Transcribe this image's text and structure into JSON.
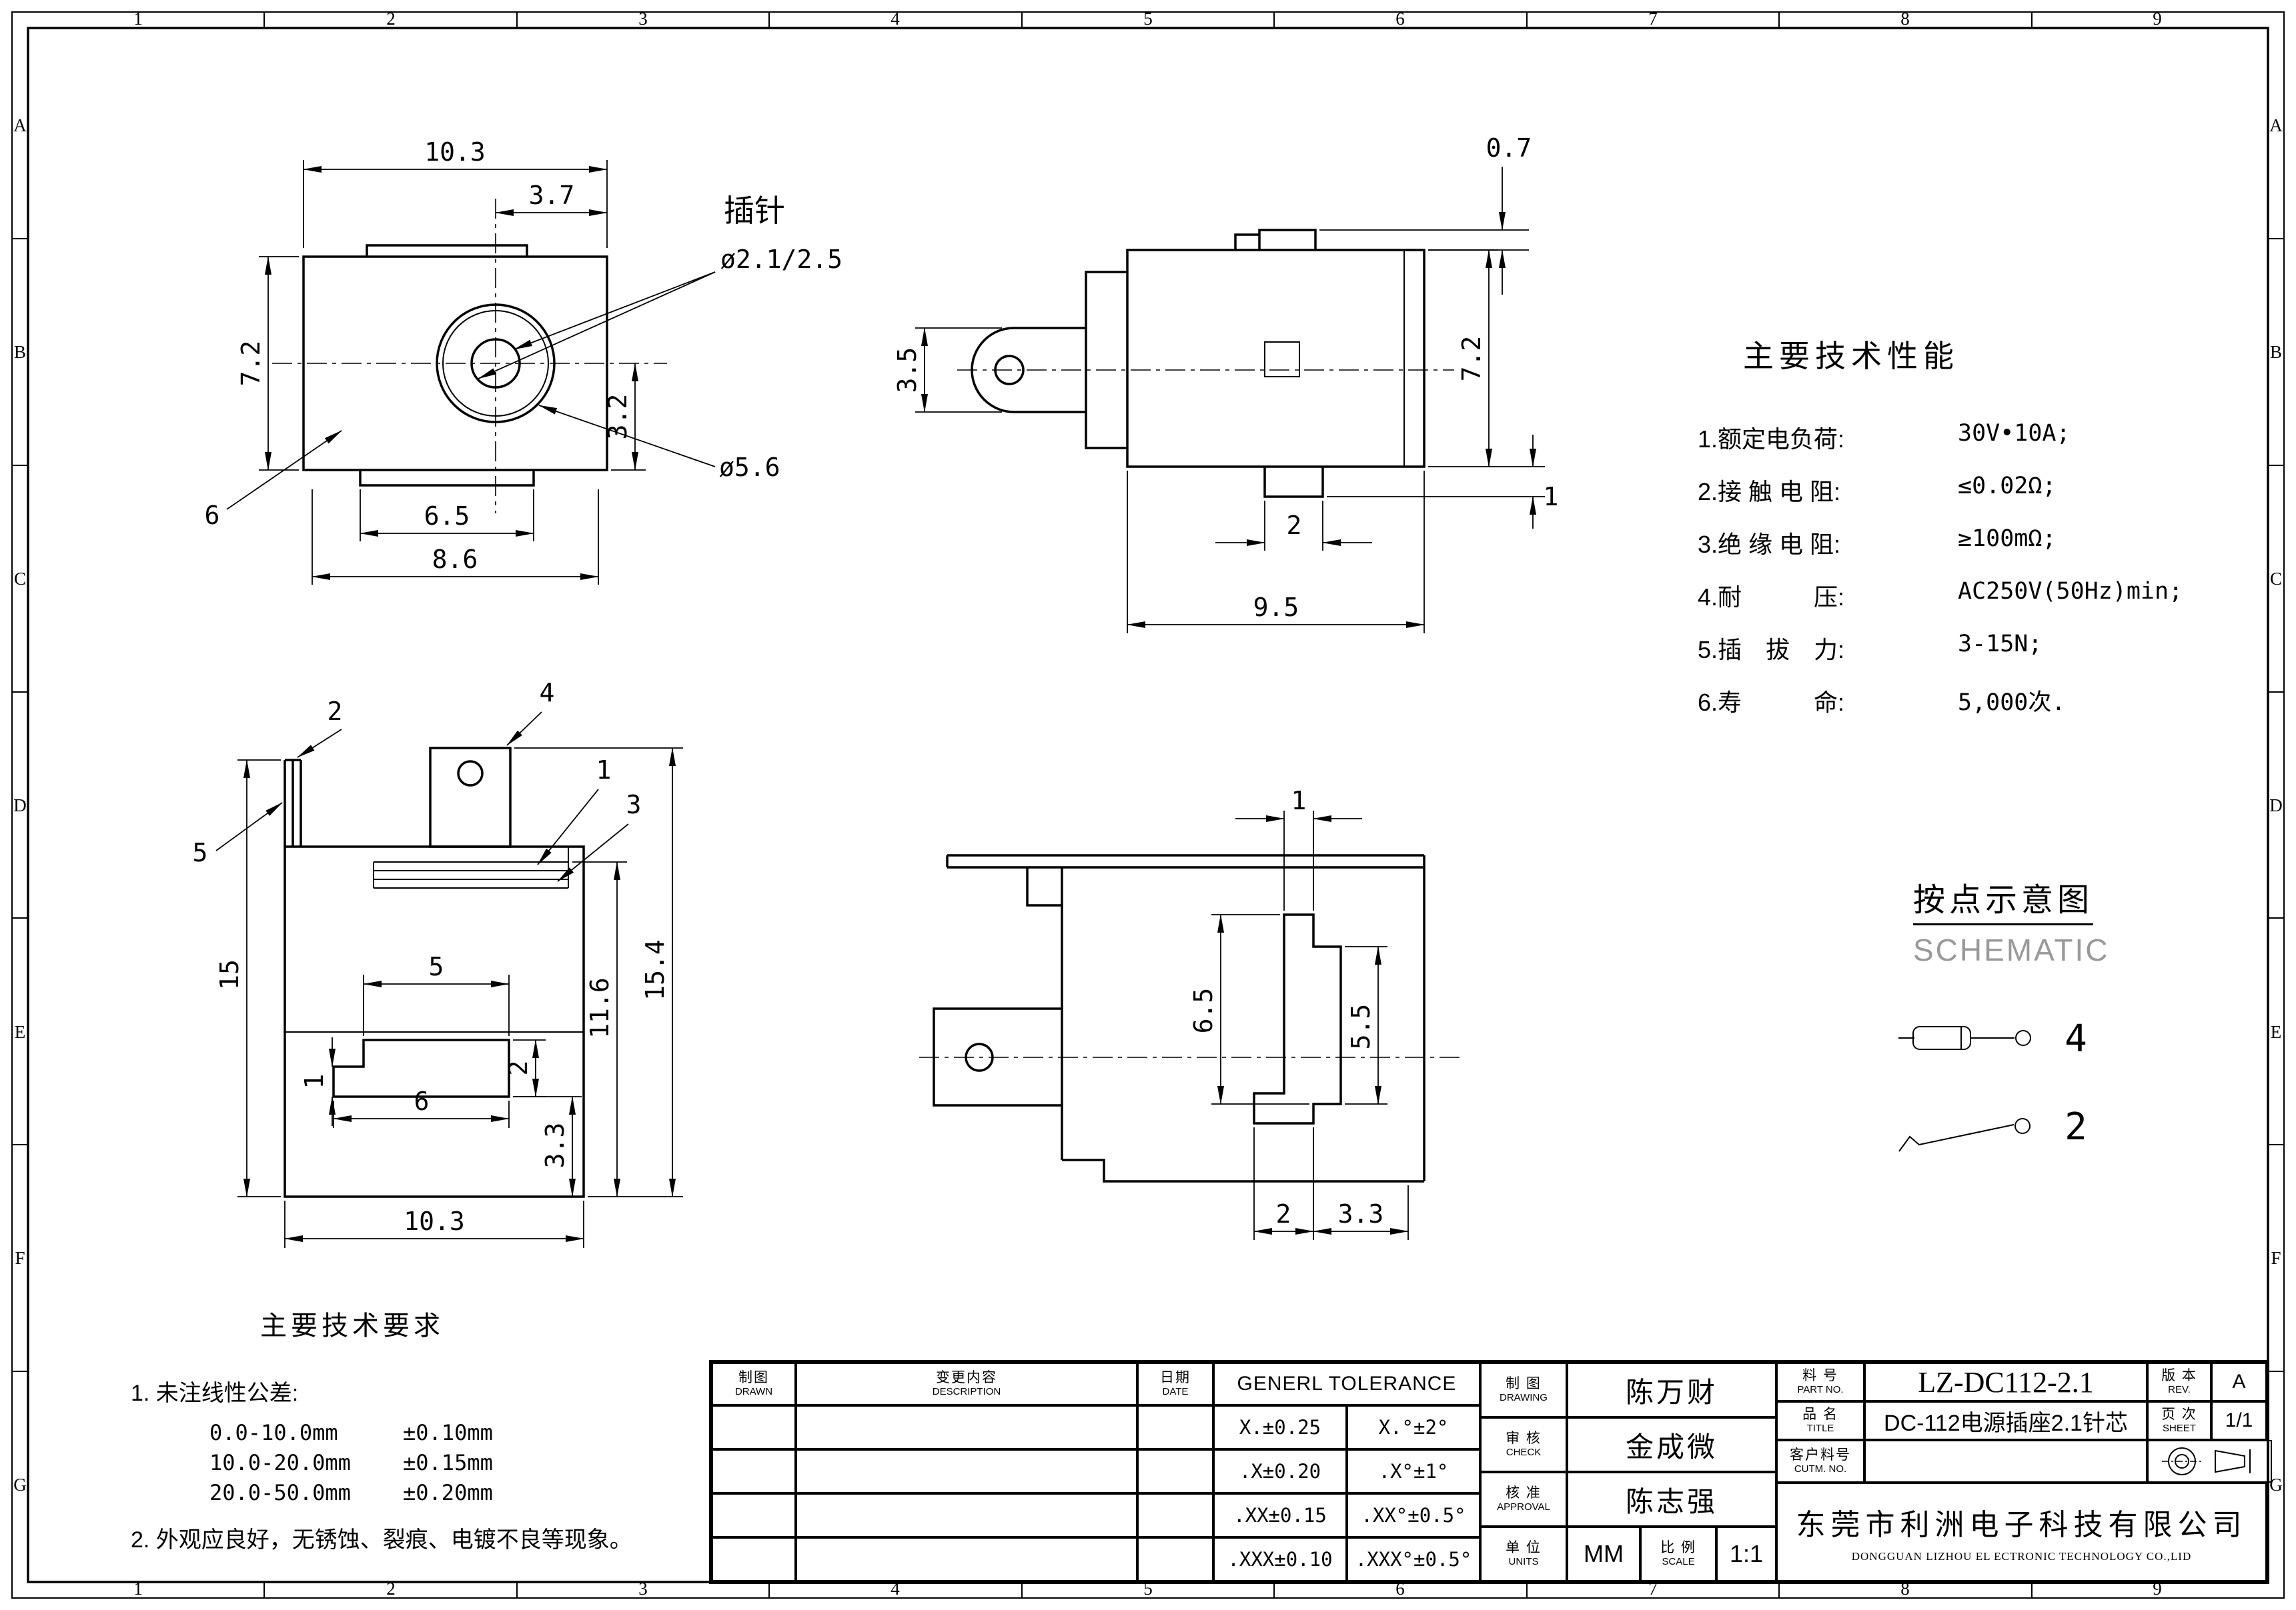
{
  "frame": {
    "cols": [
      "1",
      "2",
      "3",
      "4",
      "5",
      "6",
      "7",
      "8",
      "9"
    ],
    "rows": [
      "A",
      "B",
      "C",
      "D",
      "E",
      "F",
      "G"
    ]
  },
  "views": {
    "front": {
      "width": "10.3",
      "pin_offset": "3.7",
      "height": "7.2",
      "lower_height": "3.2",
      "tab_width": "6.5",
      "flange_width": "8.6",
      "item": "6",
      "pin_label": "插针",
      "pin_dia": "ø2.1/2.5",
      "barrel_dia": "ø5.6"
    },
    "side": {
      "tab_thickness": "0.7",
      "lug_height": "3.5",
      "height": "7.2",
      "foot_height": "1",
      "foot_width": "2",
      "depth": "9.5"
    },
    "profile": {
      "pin2": "2",
      "pin4": "4",
      "pin1": "1",
      "pin3": "3",
      "pin5": "5",
      "height": "15",
      "slot_top": "5",
      "slot_step": "1",
      "slot_height": "2",
      "slot_bottom": "6",
      "base_height": "3.3",
      "inner_height": "11.6",
      "total_height": "15.4",
      "width": "10.3"
    },
    "rear": {
      "finger_width": "1",
      "slot_height_left": "6.5",
      "slot_height_right": "5.5",
      "foot_a": "2",
      "foot_b": "3.3"
    }
  },
  "specs": {
    "title": "主要技术性能",
    "items": [
      {
        "label": "1.额定电负荷:",
        "value": "30V•10A;"
      },
      {
        "label": "2.接 触 电 阻:",
        "value": "≤0.02Ω;"
      },
      {
        "label": "3.绝 缘 电 阻:",
        "value": "≥100mΩ;"
      },
      {
        "label": "4.耐　　　压:",
        "value": "AC250V(50Hz)min;"
      },
      {
        "label": "5.插　拔　力:",
        "value": "3-15N;"
      },
      {
        "label": "6.寿　　　命:",
        "value": "5,000次."
      }
    ]
  },
  "schematic": {
    "title_cn": "按点示意图",
    "title_en": "SCHEMATIC",
    "jack_pin": "4",
    "switch_pin": "2"
  },
  "requirements": {
    "title": "主要技术要求",
    "line1": "1. 未注线性公差:",
    "rows": [
      {
        "range": "0.0-10.0mm",
        "tol": "±0.10mm"
      },
      {
        "range": "10.0-20.0mm",
        "tol": "±0.15mm"
      },
      {
        "range": "20.0-50.0mm",
        "tol": "±0.20mm"
      }
    ],
    "line2": "2. 外观应良好，无锈蚀、裂痕、电镀不良等现象。"
  },
  "title_block": {
    "drawn": {
      "cn": "制图",
      "en": "DRAWN"
    },
    "description": {
      "cn": "变更内容",
      "en": "DESCRIPTION"
    },
    "date": {
      "cn": "日期",
      "en": "DATE"
    },
    "tolerance": {
      "title": "GENERL TOLERANCE",
      "rows": [
        [
          "X.±0.25",
          "X.°±2°"
        ],
        [
          ".X±0.20",
          ".X°±1°"
        ],
        [
          ".XX±0.15",
          ".XX°±0.5°"
        ],
        [
          ".XXX±0.10",
          ".XXX°±0.5°"
        ]
      ]
    },
    "drawing": {
      "cn": "制 图",
      "en": "DRAWING",
      "name": "陈万财"
    },
    "check": {
      "cn": "审 核",
      "en": "CHECK",
      "name": "金成微"
    },
    "approval": {
      "cn": "核 准",
      "en": "APPROVAL",
      "name": "陈志强"
    },
    "units": {
      "cn": "单 位",
      "en": "UNITS",
      "value": "MM"
    },
    "scale": {
      "cn": "比 例",
      "en": "SCALE",
      "value": "1:1"
    },
    "part_no": {
      "cn": "料 号",
      "en": "PART NO.",
      "value": "LZ-DC112-2.1"
    },
    "rev": {
      "cn": "版 本",
      "en": "REV.",
      "value": "A"
    },
    "product": {
      "cn": "品 名",
      "en": "TITLE",
      "value": "DC-112电源插座2.1针芯"
    },
    "sheet": {
      "cn": "页 次",
      "en": "SHEET",
      "value": "1/1"
    },
    "customer": {
      "cn": "客户料号",
      "en": "CUTM. NO."
    },
    "company": {
      "cn": "东莞市利洲电子科技有限公司",
      "en": "DONGGUAN LIZHOU EL ECTRONIC TECHNOLOGY CO.,LID"
    }
  }
}
